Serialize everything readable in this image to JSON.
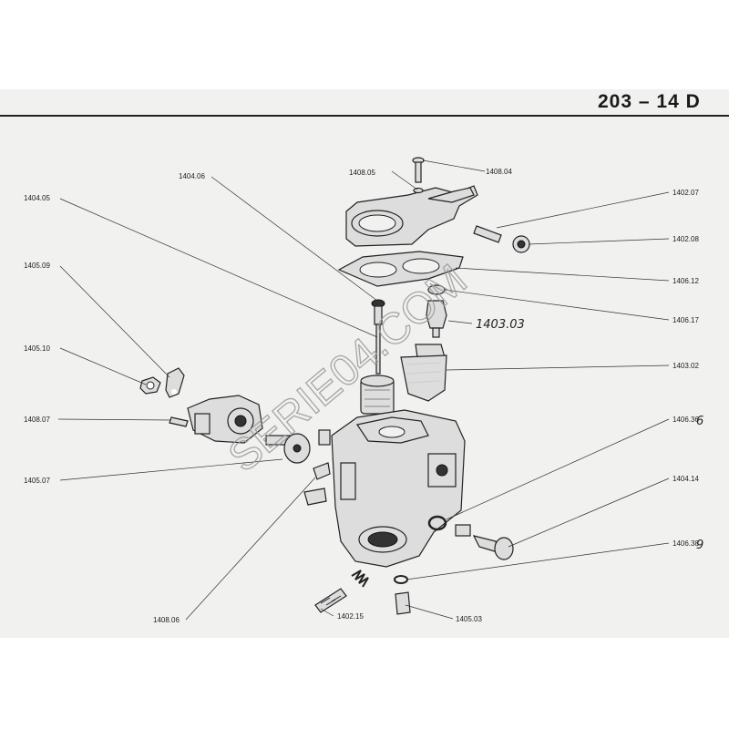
{
  "header": {
    "page_ref": "203 – 14 D"
  },
  "watermark": "SERIE04.COM",
  "handwritten": {
    "label_1403_03": "1403.03",
    "mark_1406_36": "6",
    "mark_1406_38": "9"
  },
  "labels": {
    "l_140406": "1404.06",
    "l_140805": "1408.05",
    "l_140804": "1408.04",
    "l_140405": "1404.05",
    "l_140207": "1402.07",
    "l_140208": "1402.08",
    "l_140509": "1405.09",
    "l_140612": "1406.12",
    "l_140617": "1406.17",
    "l_140302": "1403.02",
    "l_140510": "1405.10",
    "l_140807": "1408.07",
    "l_140636": "1406.36",
    "l_140507": "1405.07",
    "l_140414": "1404.14",
    "l_140638": "1406.38",
    "l_140806": "1408.06",
    "l_140215": "1402.15",
    "l_140503": "1405.03"
  },
  "colors": {
    "paper": "#f1f1f0",
    "ink": "#222222"
  }
}
